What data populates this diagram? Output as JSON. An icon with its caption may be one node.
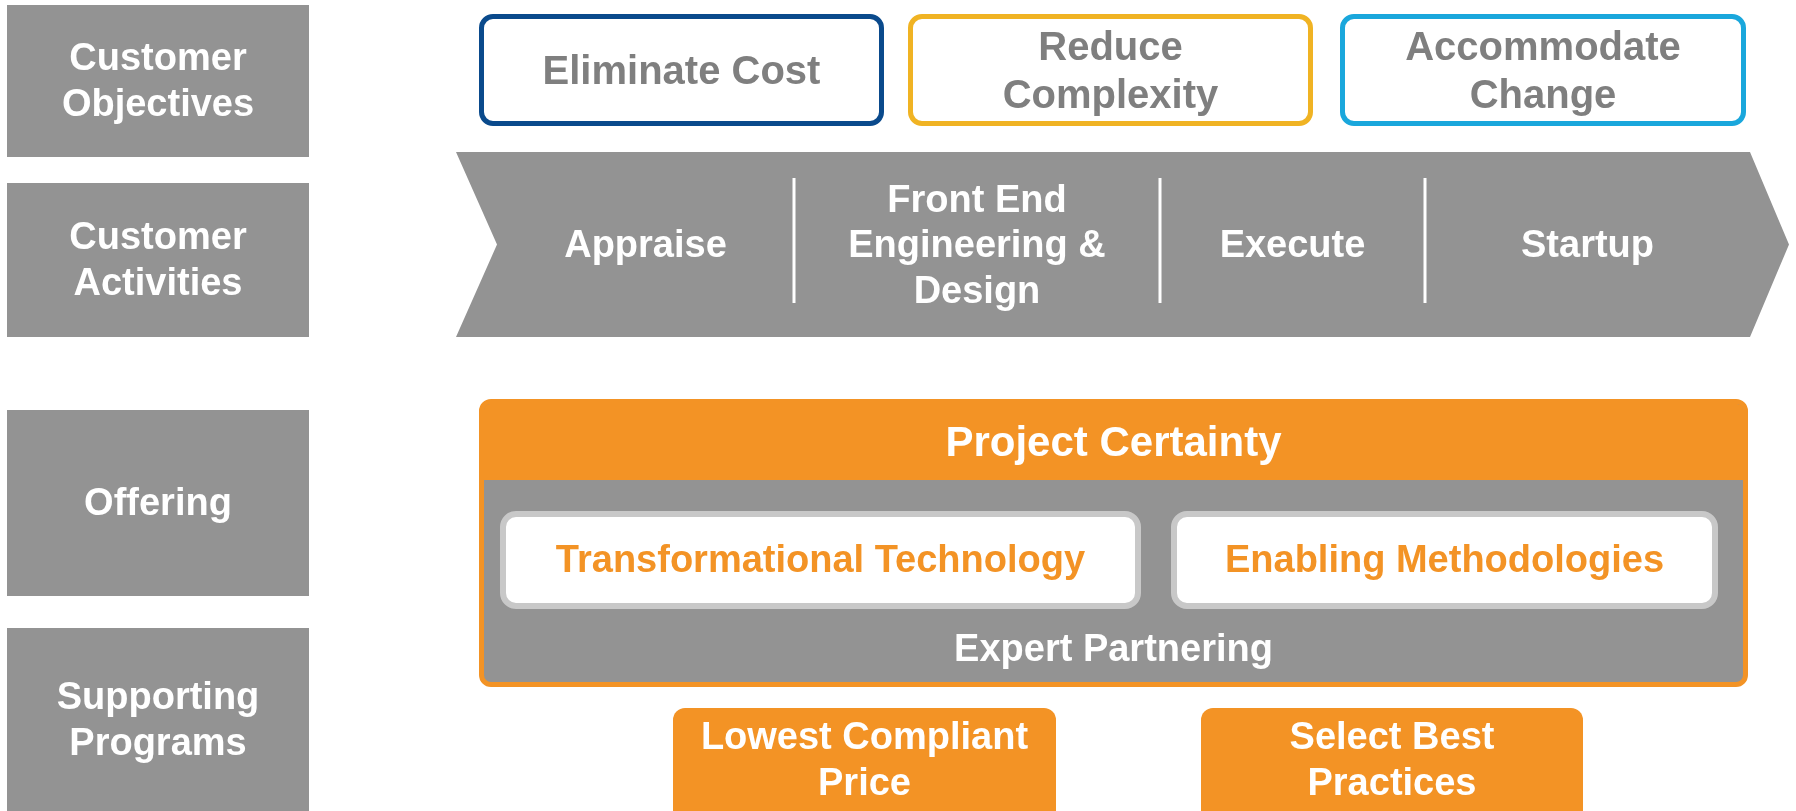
{
  "diagram": {
    "nodes": [
      {
        "text": [
          "Customer Objectives"
        ]
      },
      {
        "text": [
          "Customer Activities"
        ]
      },
      {
        "text": [
          "Offering"
        ]
      },
      {
        "text": [
          "Supporting Programs"
        ]
      },
      {
        "text": [
          "Eliminate Cost"
        ]
      },
      {
        "text": [
          "Reduce Complexity"
        ]
      },
      {
        "text": [
          "Accommodate Change"
        ]
      },
      {
        "text": [
          "Appraise",
          "Front End Engineering & Design",
          "Execute",
          "Startup"
        ]
      },
      {
        "text": [
          "Project Certainty",
          "Expert Partnering"
        ]
      },
      {
        "text": [
          "Transformational Technology"
        ],
        "in": 8
      },
      {
        "text": [
          "Enabling Methodologies"
        ],
        "in": 8
      },
      {
        "text": [
          "Lowest Compliant Price"
        ]
      },
      {
        "text": [
          "Select Best Practices"
        ]
      }
    ]
  }
}
